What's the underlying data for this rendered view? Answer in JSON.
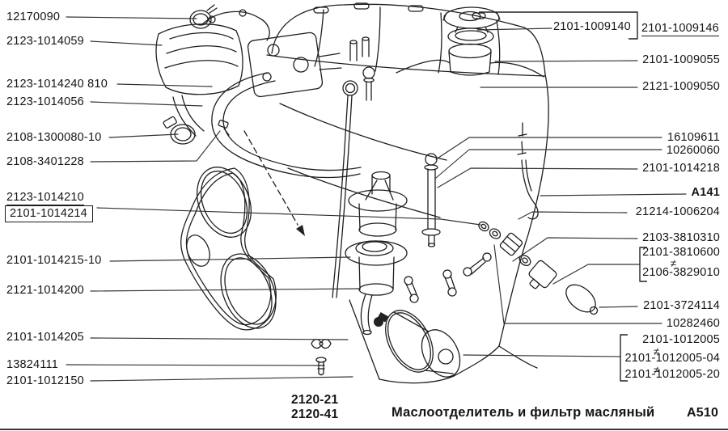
{
  "figure": {
    "model_code_1": "2120-21",
    "model_code_2": "2120-41",
    "caption": "Маслоотделитель и фильтр масляный",
    "sheet_code": "A510"
  },
  "labels": {
    "left": [
      {
        "text": "12170090"
      },
      {
        "text": "2123-1014059"
      },
      {
        "text": "2123-1014240  810"
      },
      {
        "text": "2123-1014056"
      },
      {
        "text": "2108-1300080-10"
      },
      {
        "text": "2108-3401228"
      },
      {
        "text": "2123-1014210"
      },
      {
        "text": "2101-1014214"
      },
      {
        "text": "2101-1014215-10"
      },
      {
        "text": "2121-1014200"
      },
      {
        "text": "2101-1014205"
      },
      {
        "text": "13824111"
      },
      {
        "text": "2101-1012150"
      }
    ],
    "right": [
      {
        "text": "2101-1009140"
      },
      {
        "text": "2101-1009146"
      },
      {
        "text": "2101-1009055"
      },
      {
        "text": "2121-1009050"
      },
      {
        "text": "16109611"
      },
      {
        "text": "10260060"
      },
      {
        "text": "2101-1014218"
      },
      {
        "text": "A141"
      },
      {
        "text": "21214-1006204"
      },
      {
        "text": "2103-3810310"
      },
      {
        "text": "2101-3810600"
      },
      {
        "text": "≠"
      },
      {
        "text": "2106-3829010"
      },
      {
        "text": "2101-3724114"
      },
      {
        "text": "10282460"
      },
      {
        "text": "2101-1012005"
      },
      {
        "text": "≠"
      },
      {
        "text": "2101-1012005-04"
      },
      {
        "text": "≠"
      },
      {
        "text": "2101-1012005-20"
      }
    ]
  }
}
